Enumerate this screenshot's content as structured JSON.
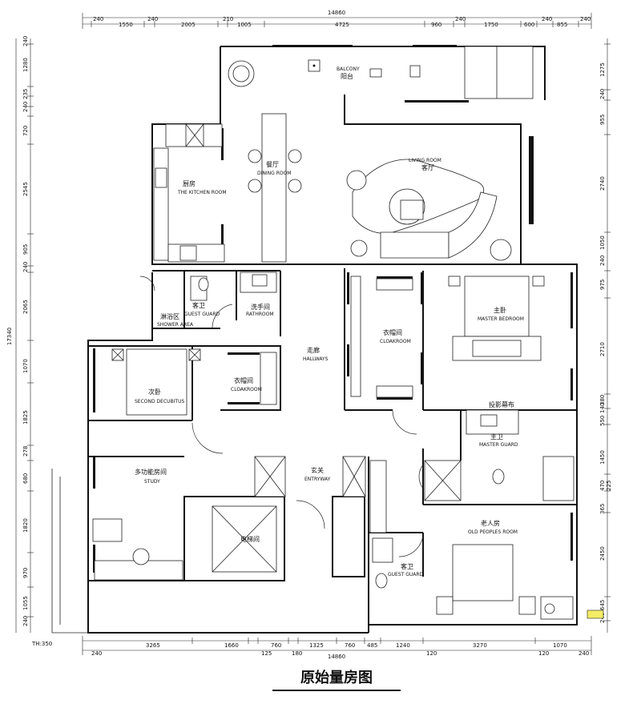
{
  "drawing": {
    "title": "原始量房图",
    "scale_note": "TH:350"
  },
  "dimensions": {
    "top_total": "14860",
    "bottom_total": "14860",
    "left_total": "17340",
    "top": [
      "240",
      "1550",
      "240",
      "2005",
      "210",
      "1005",
      "4725",
      "960",
      "240",
      "1750",
      "600",
      "240",
      "855",
      "240"
    ],
    "bottom_top_row": [
      "3265",
      "1660",
      "760",
      "1325",
      "760",
      "485",
      "1240",
      "3270",
      "1070"
    ],
    "bottom_bottom_row": [
      "240",
      "125",
      "180",
      "120",
      "120",
      "240"
    ],
    "left": [
      "240",
      "1280",
      "235",
      "240",
      "720",
      "2545",
      "905",
      "240",
      "2065",
      "1070",
      "1825",
      "278",
      "680",
      "1820",
      "970",
      "1055",
      "240"
    ],
    "right": [
      "1275",
      "240",
      "955",
      "2740",
      "1050",
      "240",
      "975",
      "2710",
      "380",
      "140",
      "550",
      "1450",
      "470",
      "225",
      "365",
      "2450",
      "645",
      "240"
    ]
  },
  "rooms": {
    "balcony_en": "BALCONY",
    "balcony_cn": "阳台",
    "living_en": "LIVING ROOM",
    "living_cn": "客厅",
    "kitchen_cn": "厨房",
    "kitchen_en": "THE KITCHEN ROOM",
    "dining_cn": "餐厅",
    "dining_en": "DINING ROOM",
    "guest_guard_cn": "客卫",
    "guest_guard_en": "GUEST GUARD",
    "shower_cn": "淋浴区",
    "shower_en": "SHOWER AREA",
    "washroom_cn": "洗手间",
    "washroom_en": "RATHROOM",
    "cloak1_cn": "衣帽间",
    "cloak1_en": "CLOAKROOM",
    "master_cn": "主卧",
    "master_en": "MASTER BEDROOM",
    "hallway_cn": "走廊",
    "hallway_en": "HALLWAYS",
    "second_cn": "次卧",
    "second_en": "SECOND DECUBITUS",
    "cloak2_cn": "衣帽间",
    "cloak2_en": "CLOAKROOM",
    "projection_cn": "投影幕布",
    "master_bath_cn": "主卫",
    "master_bath_en": "MASTER GUARD",
    "study_cn": "多功能房间",
    "study_en": "STUDY",
    "entry_cn": "玄关",
    "entry_en": "ENTRYWAY",
    "elevator_cn": "电梯间",
    "old_cn": "老人房",
    "old_en": "OLD PEOPLES ROOM",
    "guest2_cn": "客卫",
    "guest2_en": "GUEST GUARD"
  }
}
